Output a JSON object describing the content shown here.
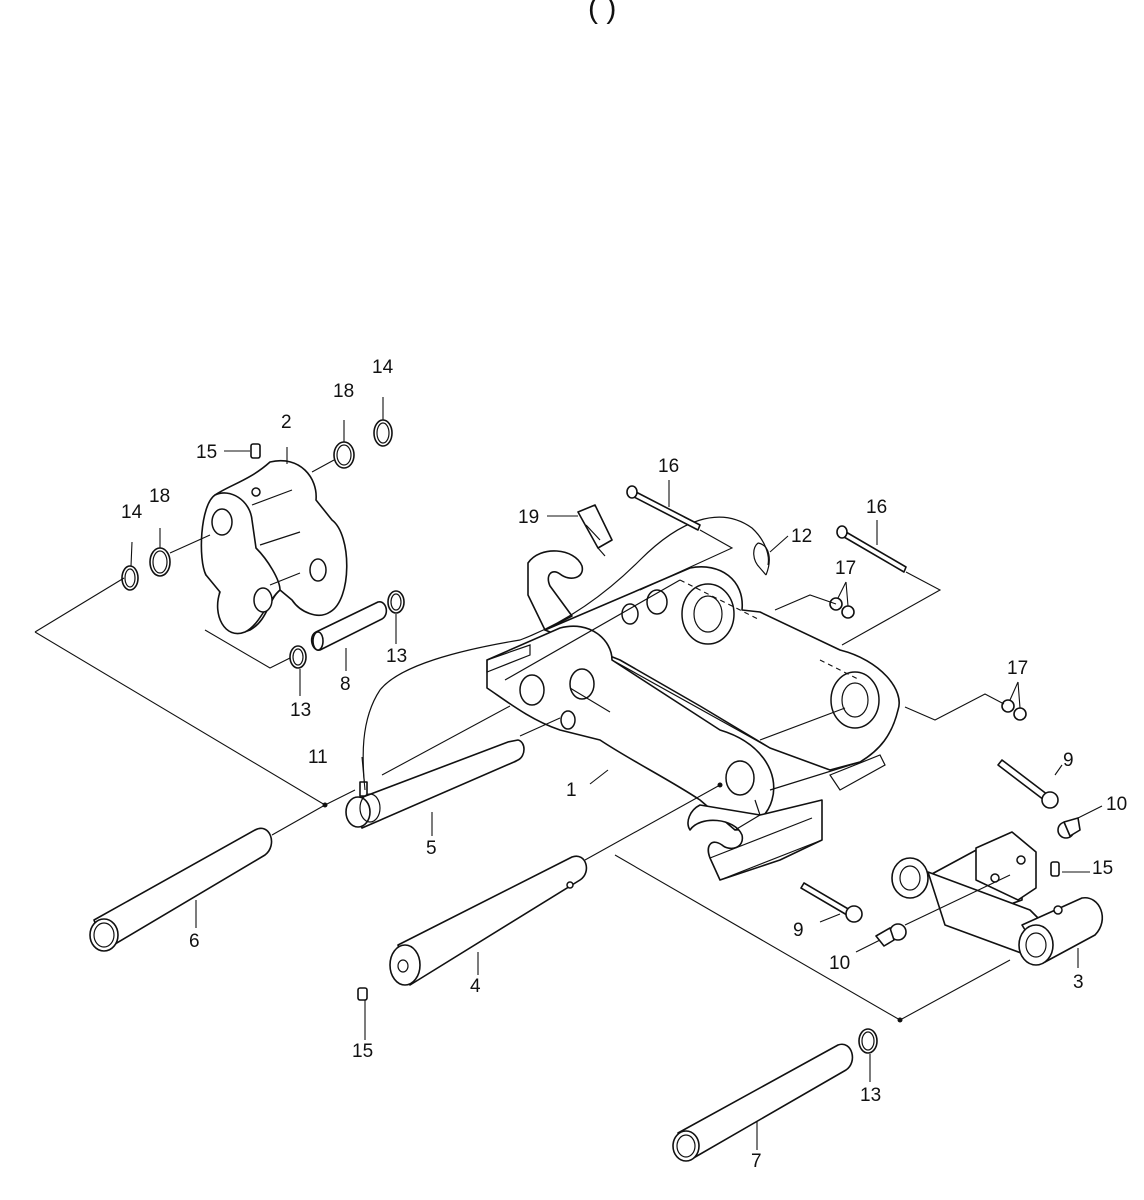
{
  "header": {
    "title_fragment": "(                                 )"
  },
  "callouts": [
    {
      "id": "c1",
      "label": "1"
    },
    {
      "id": "c2",
      "label": "2"
    },
    {
      "id": "c3",
      "label": "3"
    },
    {
      "id": "c4",
      "label": "4"
    },
    {
      "id": "c5",
      "label": "5"
    },
    {
      "id": "c6",
      "label": "6"
    },
    {
      "id": "c7",
      "label": "7"
    },
    {
      "id": "c8",
      "label": "8"
    },
    {
      "id": "c9a",
      "label": "9"
    },
    {
      "id": "c9b",
      "label": "9"
    },
    {
      "id": "c10a",
      "label": "10"
    },
    {
      "id": "c10b",
      "label": "10"
    },
    {
      "id": "c11",
      "label": "11"
    },
    {
      "id": "c12",
      "label": "12"
    },
    {
      "id": "c13a",
      "label": "13"
    },
    {
      "id": "c13b",
      "label": "13"
    },
    {
      "id": "c13c",
      "label": "13"
    },
    {
      "id": "c14a",
      "label": "14"
    },
    {
      "id": "c14b",
      "label": "14"
    },
    {
      "id": "c15a",
      "label": "15"
    },
    {
      "id": "c15b",
      "label": "15"
    },
    {
      "id": "c15c",
      "label": "15"
    },
    {
      "id": "c16a",
      "label": "16"
    },
    {
      "id": "c16b",
      "label": "16"
    },
    {
      "id": "c17a",
      "label": "17"
    },
    {
      "id": "c17b",
      "label": "17"
    },
    {
      "id": "c18a",
      "label": "18"
    },
    {
      "id": "c18b",
      "label": "18"
    },
    {
      "id": "c19",
      "label": "19"
    }
  ]
}
